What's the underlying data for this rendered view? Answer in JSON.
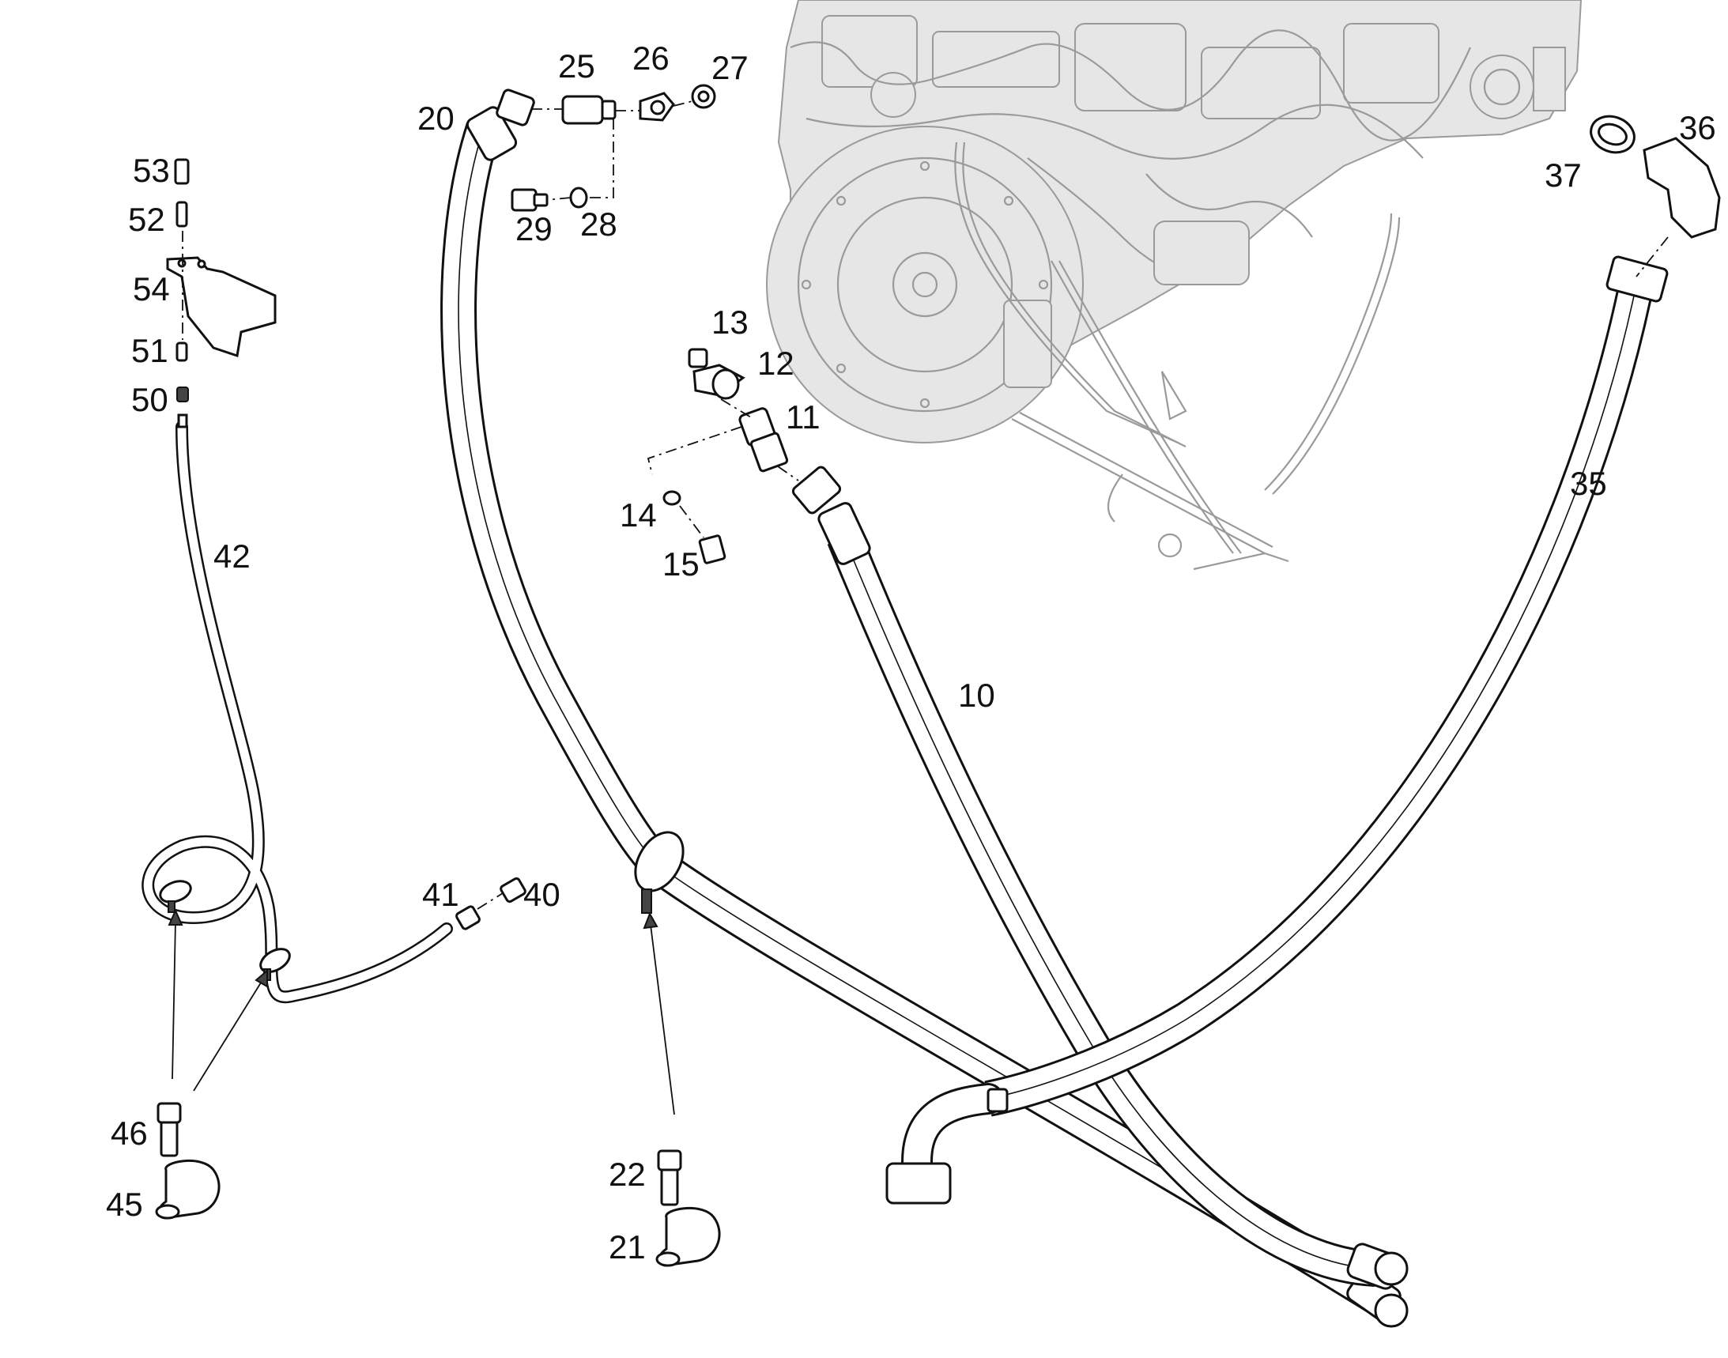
{
  "callouts": [
    {
      "id": "c10",
      "text": "10"
    },
    {
      "id": "c11",
      "text": "11"
    },
    {
      "id": "c12",
      "text": "12"
    },
    {
      "id": "c13",
      "text": "13"
    },
    {
      "id": "c14",
      "text": "14"
    },
    {
      "id": "c15",
      "text": "15"
    },
    {
      "id": "c20",
      "text": "20"
    },
    {
      "id": "c21",
      "text": "21"
    },
    {
      "id": "c22",
      "text": "22"
    },
    {
      "id": "c25",
      "text": "25"
    },
    {
      "id": "c26",
      "text": "26"
    },
    {
      "id": "c27",
      "text": "27"
    },
    {
      "id": "c28",
      "text": "28"
    },
    {
      "id": "c29",
      "text": "29"
    },
    {
      "id": "c35",
      "text": "35"
    },
    {
      "id": "c36",
      "text": "36"
    },
    {
      "id": "c37",
      "text": "37"
    },
    {
      "id": "c40",
      "text": "40"
    },
    {
      "id": "c41",
      "text": "41"
    },
    {
      "id": "c42",
      "text": "42"
    },
    {
      "id": "c45",
      "text": "45"
    },
    {
      "id": "c46",
      "text": "46"
    },
    {
      "id": "c50",
      "text": "50"
    },
    {
      "id": "c51",
      "text": "51"
    },
    {
      "id": "c52",
      "text": "52"
    },
    {
      "id": "c53",
      "text": "53"
    },
    {
      "id": "c54",
      "text": "54"
    }
  ],
  "colors": {
    "ink": "#111111",
    "engine": "#9a9a9a",
    "background": "#ffffff"
  }
}
